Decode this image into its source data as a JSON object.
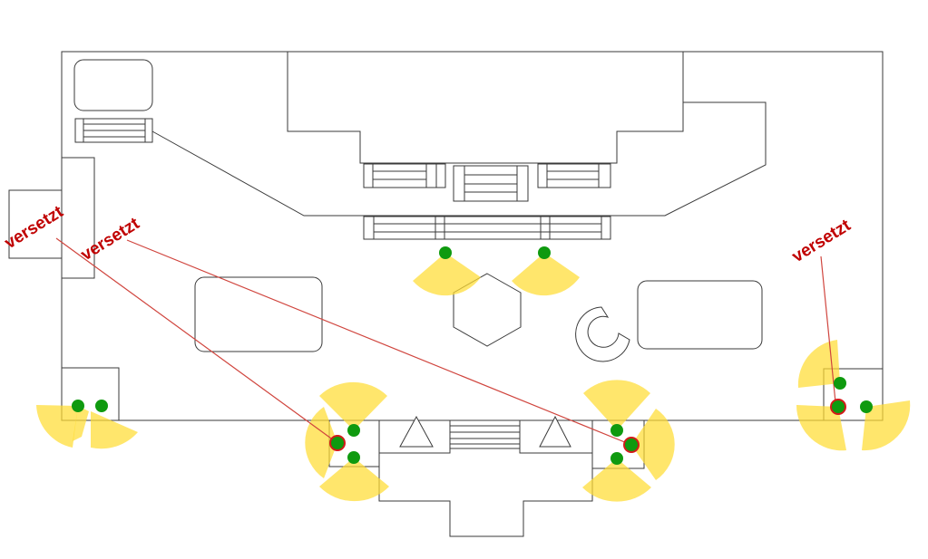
{
  "colors": {
    "background": "#ffffff",
    "walls": "#3a3a3a",
    "coverage": "#ffdd33",
    "camera": "#0f9a0f",
    "moved_camera_ring": "#d21a1a",
    "annotation": "#c00000",
    "leader_line": "#d0453e"
  },
  "annotations": {
    "left": "versetzt",
    "middle": "versetzt",
    "right": "versetzt"
  }
}
